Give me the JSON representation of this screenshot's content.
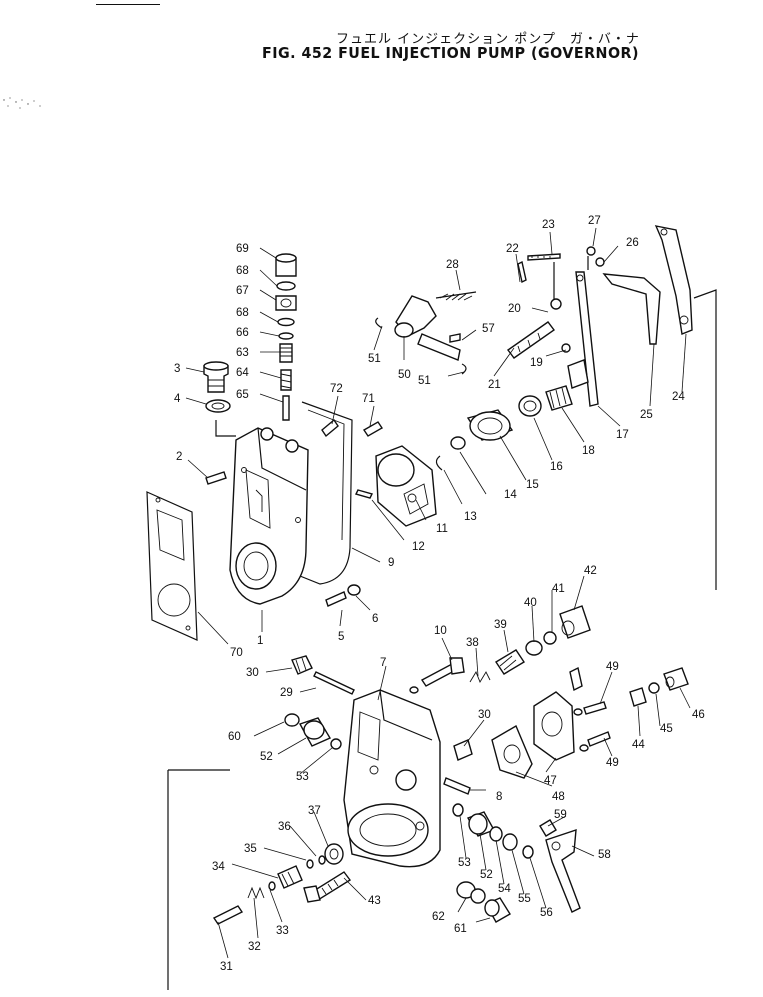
{
  "header": {
    "japanese_title": "フュエル インジェクション ポンプ　ガ・バ・ナ",
    "figure_title": "FIG. 452  FUEL  INJECTION  PUMP  (GOVERNOR)"
  },
  "callouts": [
    "1",
    "2",
    "3",
    "4",
    "5",
    "6",
    "7",
    "8",
    "9",
    "10",
    "11",
    "12",
    "13",
    "14",
    "15",
    "16",
    "17",
    "18",
    "19",
    "20",
    "21",
    "22",
    "23",
    "24",
    "25",
    "26",
    "27",
    "28",
    "29",
    "30",
    "30",
    "31",
    "32",
    "33",
    "34",
    "35",
    "36",
    "37",
    "38",
    "39",
    "40",
    "41",
    "42",
    "43",
    "44",
    "45",
    "46",
    "47",
    "48",
    "49",
    "49",
    "50",
    "51",
    "51",
    "52",
    "52",
    "53",
    "53",
    "54",
    "55",
    "56",
    "57",
    "58",
    "59",
    "60",
    "61",
    "62",
    "63",
    "64",
    "65",
    "66",
    "67",
    "68",
    "68",
    "69",
    "70",
    "71",
    "72"
  ]
}
